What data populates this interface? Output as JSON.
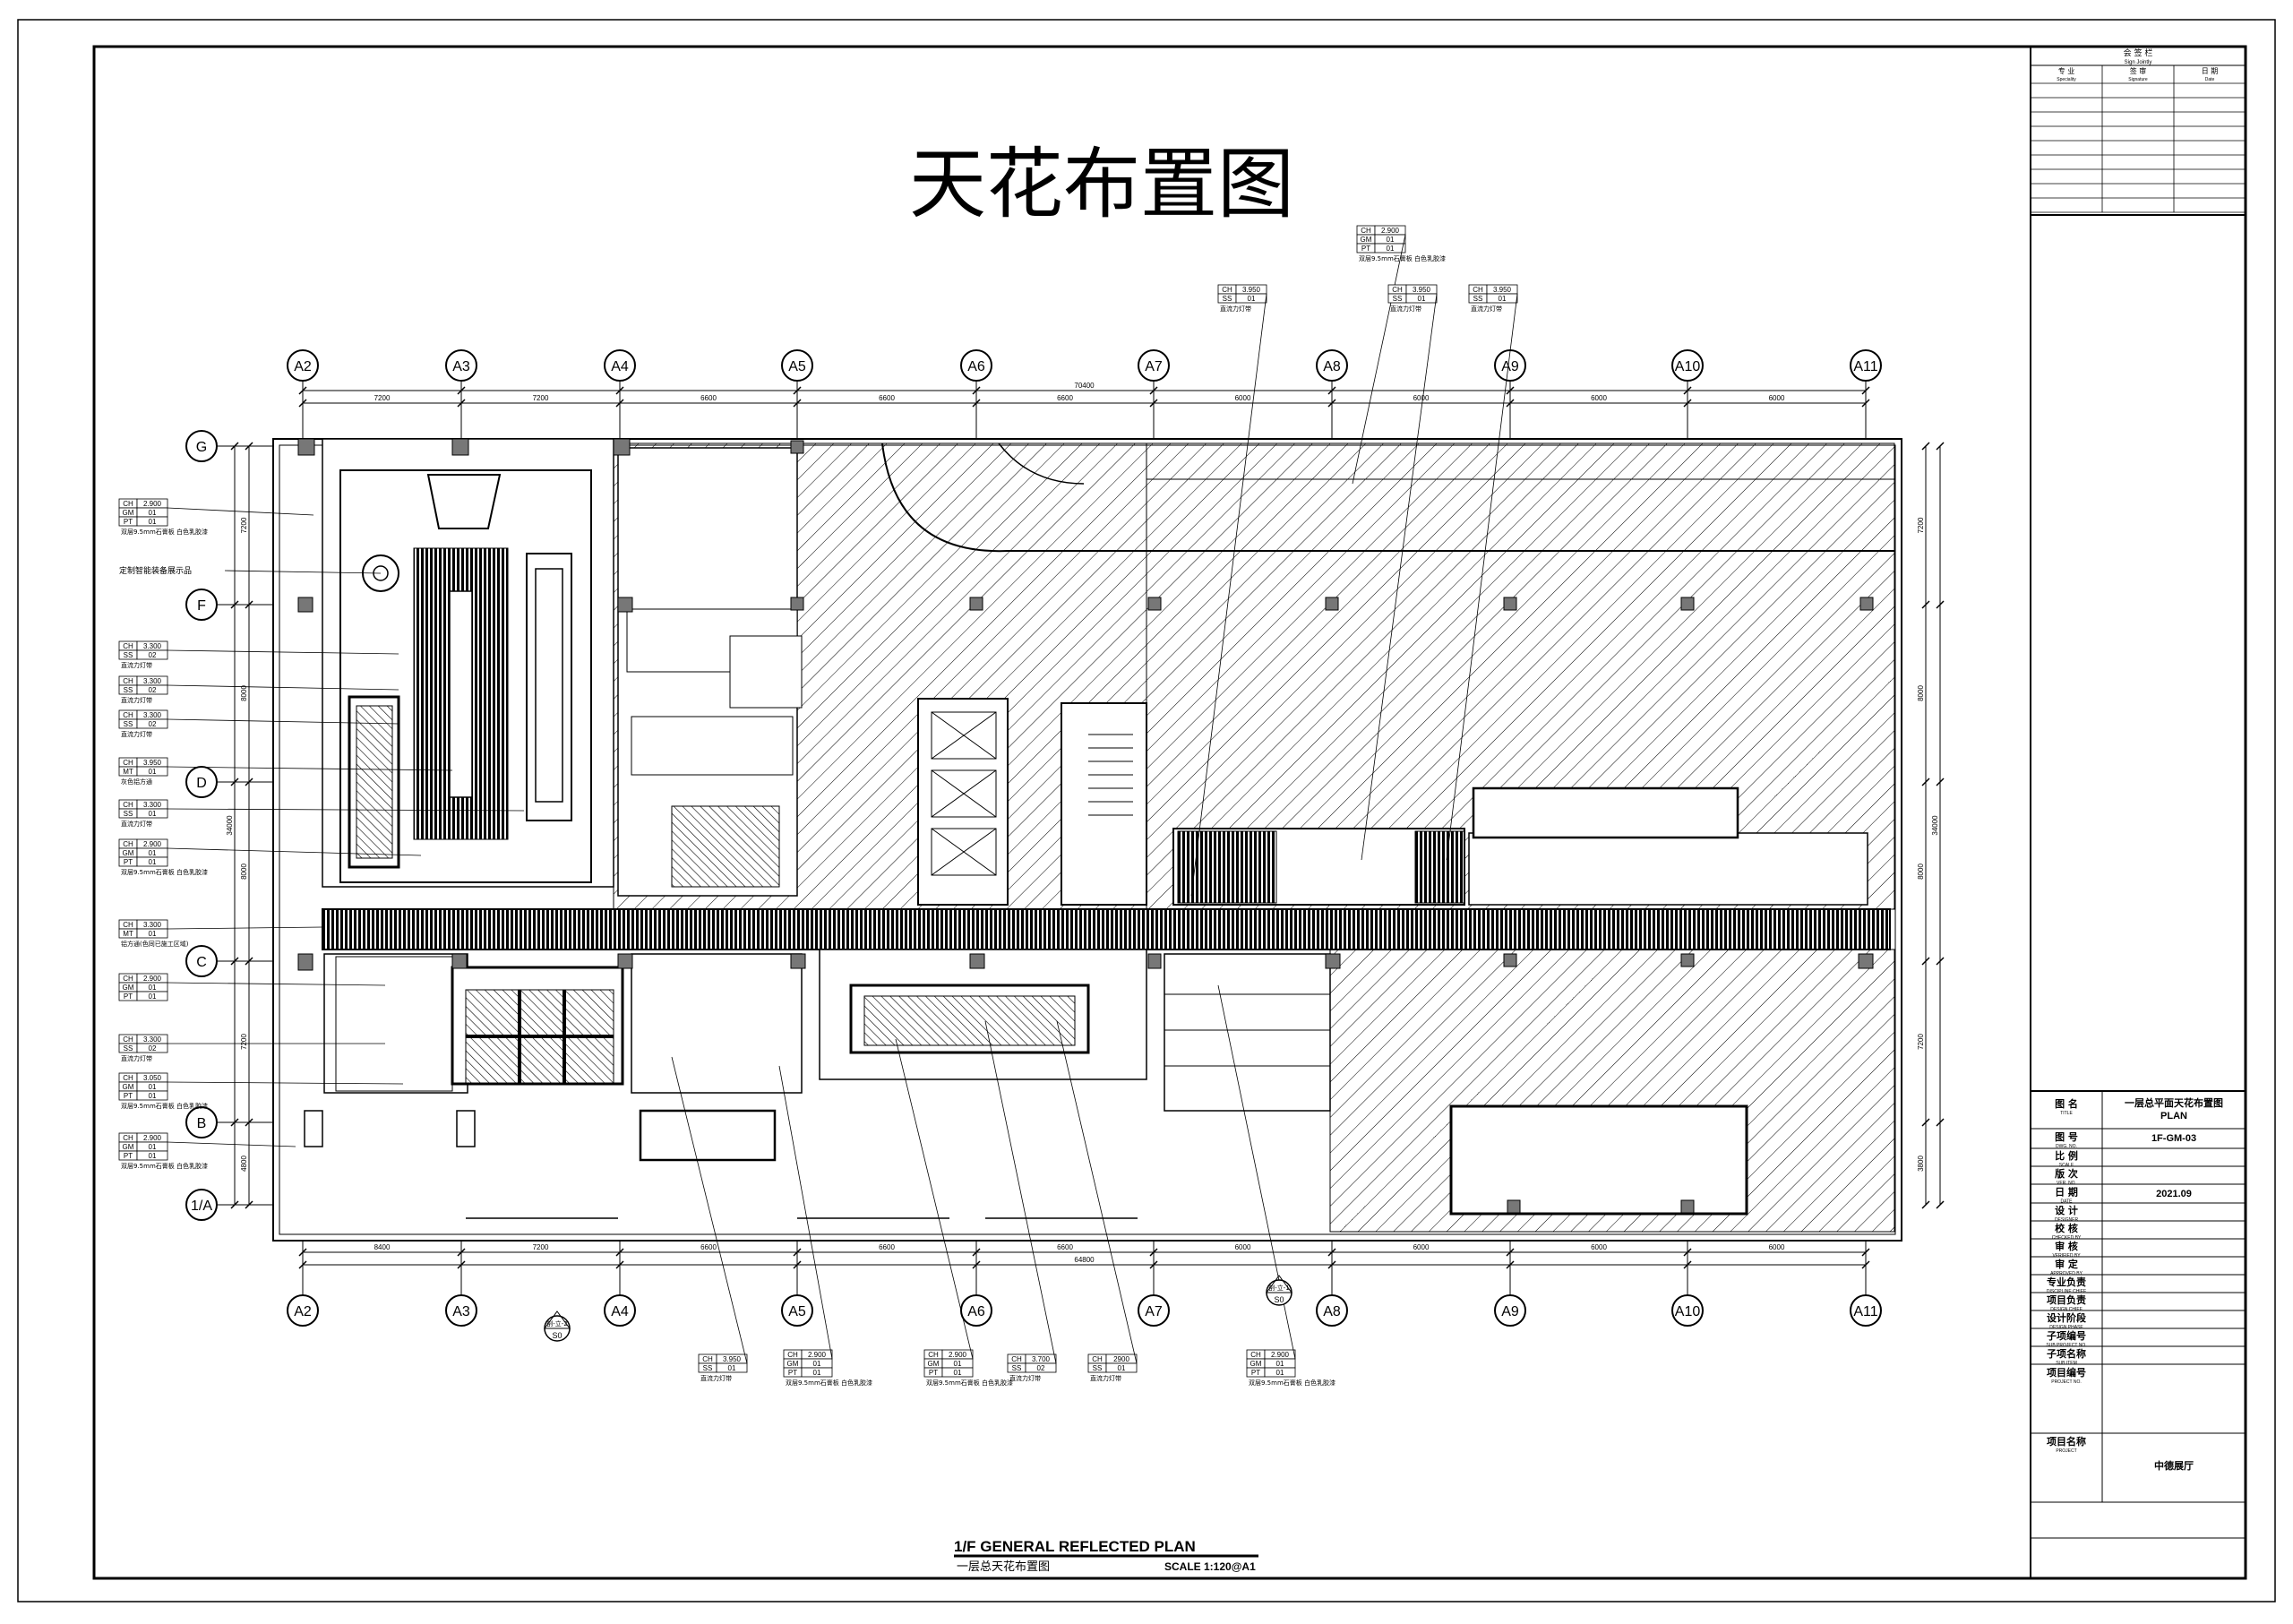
{
  "drawing": {
    "title": "天花布置图",
    "footer_title_en": "1/F GENERAL  REFLECTED  PLAN",
    "footer_title_cn": "一层总天花布置图",
    "footer_scale": "SCALE 1:120@A1"
  },
  "grid": {
    "columns": [
      "A2",
      "A3",
      "A4",
      "A5",
      "A6",
      "A7",
      "A8",
      "A9",
      "A10",
      "A11"
    ],
    "rows": [
      "G",
      "F",
      "D",
      "C",
      "B",
      "1/A"
    ],
    "top_dims": [
      "7200",
      "7200",
      "6600",
      "6600",
      "6600",
      "6000",
      "6000",
      "6000",
      "6000"
    ],
    "overall_top": "70400",
    "bottom_dims": [
      "8400",
      "7200",
      "6600",
      "6600",
      "6600",
      "6000",
      "6000",
      "6000",
      "6000"
    ],
    "overall_bottom": "64800",
    "left_dims": [
      "7200",
      "8000",
      "8000",
      "7200",
      "4800"
    ],
    "left_overall": "34000",
    "right_dims": [
      "7200",
      "8000",
      "8000",
      "7200",
      "3800"
    ],
    "right_overall": "34000"
  },
  "left_tags": [
    {
      "rows": [
        [
          "CH",
          "2.900"
        ],
        [
          "GM",
          "01"
        ],
        [
          "PT",
          "01"
        ]
      ],
      "note": "双层9.5mm石膏板 白色乳胶漆"
    },
    {
      "label": "定制智能装备展示品"
    },
    {
      "rows": [
        [
          "CH",
          "3.300"
        ],
        [
          "SS",
          "02"
        ]
      ],
      "note": "直流力灯带"
    },
    {
      "rows": [
        [
          "CH",
          "3.300"
        ],
        [
          "SS",
          "02"
        ]
      ],
      "note": "直流力灯带"
    },
    {
      "rows": [
        [
          "CH",
          "3.300"
        ],
        [
          "SS",
          "02"
        ]
      ],
      "note": "直流力灯带"
    },
    {
      "rows": [
        [
          "CH",
          "3.950"
        ],
        [
          "MT",
          "01"
        ]
      ],
      "note": "灰色铝方通"
    },
    {
      "rows": [
        [
          "CH",
          "3.300"
        ],
        [
          "SS",
          "01"
        ]
      ],
      "note": "直流力灯带"
    },
    {
      "rows": [
        [
          "CH",
          "2.900"
        ],
        [
          "GM",
          "01"
        ],
        [
          "PT",
          "01"
        ]
      ],
      "note": "双层9.5mm石膏板 白色乳胶漆"
    },
    {
      "rows": [
        [
          "CH",
          "3.300"
        ],
        [
          "MT",
          "01"
        ]
      ],
      "note": "铝方通(色同已施工区域)"
    },
    {
      "rows": [
        [
          "CH",
          "2.900"
        ],
        [
          "GM",
          "01"
        ],
        [
          "PT",
          "01"
        ]
      ],
      "note": ""
    },
    {
      "rows": [
        [
          "CH",
          "3.300"
        ],
        [
          "SS",
          "02"
        ]
      ],
      "note": "直流力灯带"
    },
    {
      "rows": [
        [
          "CH",
          "3.050"
        ],
        [
          "GM",
          "01"
        ],
        [
          "PT",
          "01"
        ]
      ],
      "note": "双层9.5mm石膏板 白色乳胶漆"
    },
    {
      "rows": [
        [
          "CH",
          "2.900"
        ],
        [
          "GM",
          "01"
        ],
        [
          "PT",
          "01"
        ]
      ],
      "note": "双层9.5mm石膏板 白色乳胶漆"
    }
  ],
  "top_tags": [
    {
      "rows": [
        [
          "CH",
          "2.900"
        ],
        [
          "GM",
          "01"
        ],
        [
          "PT",
          "01"
        ]
      ],
      "note": "双层9.5mm石膏板 白色乳胶漆"
    },
    {
      "rows": [
        [
          "CH",
          "3.950"
        ],
        [
          "SS",
          "01"
        ]
      ],
      "note": "直流力灯带"
    },
    {
      "rows": [
        [
          "CH",
          "3.950"
        ],
        [
          "SS",
          "01"
        ]
      ],
      "note": "直流力灯带"
    },
    {
      "rows": [
        [
          "CH",
          "3.950"
        ],
        [
          "SS",
          "01"
        ]
      ],
      "note": "直流力灯带"
    }
  ],
  "bottom_tags": [
    {
      "rows": [
        [
          "CH",
          "3.950"
        ],
        [
          "SS",
          "01"
        ]
      ],
      "note": "直流力灯带"
    },
    {
      "rows": [
        [
          "CH",
          "2.900"
        ],
        [
          "GM",
          "01"
        ],
        [
          "PT",
          "01"
        ]
      ],
      "note": "双层9.5mm石膏板 白色乳胶漆"
    },
    {
      "rows": [
        [
          "CH",
          "2.900"
        ],
        [
          "GM",
          "01"
        ],
        [
          "PT",
          "01"
        ]
      ],
      "note": "双层9.5mm石膏板 白色乳胶漆"
    },
    {
      "rows": [
        [
          "CH",
          "3.700"
        ],
        [
          "SS",
          "02"
        ]
      ],
      "note": "直流力灯带"
    },
    {
      "rows": [
        [
          "CH",
          "2900"
        ],
        [
          "SS",
          "01"
        ]
      ],
      "note": "直流力灯带"
    },
    {
      "rows": [
        [
          "CH",
          "2.900"
        ],
        [
          "GM",
          "01"
        ],
        [
          "PT",
          "01"
        ]
      ],
      "note": "双层9.5mm石膏板 白色乳胶漆"
    }
  ],
  "section_marks": [
    {
      "top": "剖-立-2",
      "bottom": "S0"
    },
    {
      "top": "剖-立-1",
      "bottom": "S0"
    }
  ],
  "title_block": {
    "sign_header": "会 签 栏",
    "sign_header_en": "Sign Jointly",
    "sign_cols": [
      {
        "cn": "专 业",
        "en": "Speciality"
      },
      {
        "cn": "签 审",
        "en": "Signature"
      },
      {
        "cn": "日 期",
        "en": "Date"
      }
    ],
    "fields": [
      {
        "cn": "图 名",
        "en": "TITLE",
        "value": "一层总平面天花布置图",
        "value2": "PLAN"
      },
      {
        "cn": "图 号",
        "en": "DWG. NO.",
        "value": "1F-GM-03"
      },
      {
        "cn": "比 例",
        "en": "SCALE",
        "value": ""
      },
      {
        "cn": "版 次",
        "en": "VER. NO.",
        "value": ""
      },
      {
        "cn": "日 期",
        "en": "DATE",
        "value": "2021.09"
      },
      {
        "cn": "设 计",
        "en": "DESIGNER",
        "value": ""
      },
      {
        "cn": "校 核",
        "en": "CHECKED BY",
        "value": ""
      },
      {
        "cn": "审 核",
        "en": "VERIFIED BY",
        "value": ""
      },
      {
        "cn": "审 定",
        "en": "APPROVED BY",
        "value": ""
      },
      {
        "cn": "专业负责",
        "en": "DISCIPLINE CHIEF",
        "value": ""
      },
      {
        "cn": "项目负责",
        "en": "DESIGN CHIEF",
        "value": ""
      },
      {
        "cn": "设计阶段",
        "en": "DESIGN PHASE",
        "value": ""
      },
      {
        "cn": "子项编号",
        "en": "SUB PROJECT NO.",
        "value": ""
      },
      {
        "cn": "子项名称",
        "en": "SUB ITEM",
        "value": ""
      },
      {
        "cn": "项目编号",
        "en": "PROJECT NO.",
        "value": ""
      },
      {
        "cn": "项目名称",
        "en": "PROJECT",
        "value": "中德展厅"
      }
    ]
  }
}
